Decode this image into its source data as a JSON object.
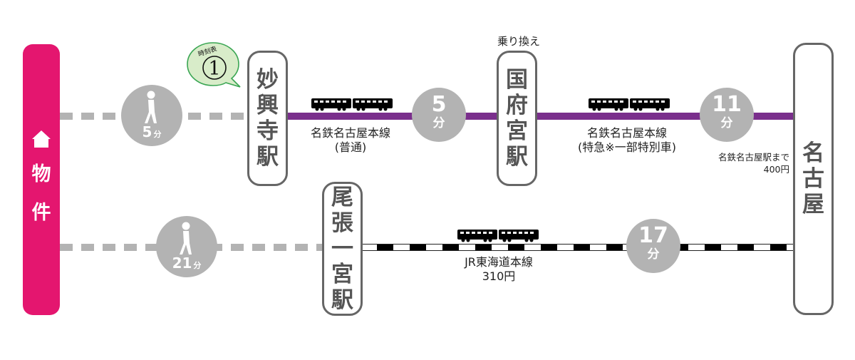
{
  "property": {
    "icon": "house-icon",
    "label_chars": [
      "物",
      "件"
    ],
    "color": "#e4166f"
  },
  "timetable_badge": {
    "label": "時刻表",
    "number": "①",
    "fill_color": "#d8ecc9",
    "border_color": "#3aa653"
  },
  "transfer_label": "乗り換え",
  "stations": {
    "myokoji": {
      "chars": [
        "妙",
        "興",
        "寺",
        "駅"
      ]
    },
    "kounomiya": {
      "chars": [
        "国",
        "府",
        "宮",
        "駅"
      ]
    },
    "owari_ichinomiya": {
      "chars": [
        "尾",
        "張",
        "一",
        "宮",
        "駅"
      ]
    },
    "nagoya": {
      "chars": [
        "名",
        "古",
        "屋"
      ]
    }
  },
  "walks": [
    {
      "to": "myokoji",
      "minutes": "5",
      "unit": "分",
      "icon": "walking-person-icon"
    },
    {
      "to": "owari_ichinomiya",
      "minutes": "21",
      "unit": "分",
      "icon": "walking-person-icon"
    }
  ],
  "routes": {
    "meitetsu_local": {
      "line_name": "名鉄名古屋本線",
      "service": "(普通)",
      "minutes": "5",
      "unit": "分",
      "color": "#7a2f8c"
    },
    "meitetsu_express": {
      "line_name": "名鉄名古屋本線",
      "service": "(特急※一部特別車)",
      "minutes": "11",
      "unit": "分",
      "fare_note": "名鉄名古屋駅まで",
      "fare": "400円",
      "color": "#7a2f8c"
    },
    "jr_tokaido": {
      "line_name": "JR東海道本線",
      "fare": "310円",
      "minutes": "17",
      "unit": "分"
    }
  }
}
